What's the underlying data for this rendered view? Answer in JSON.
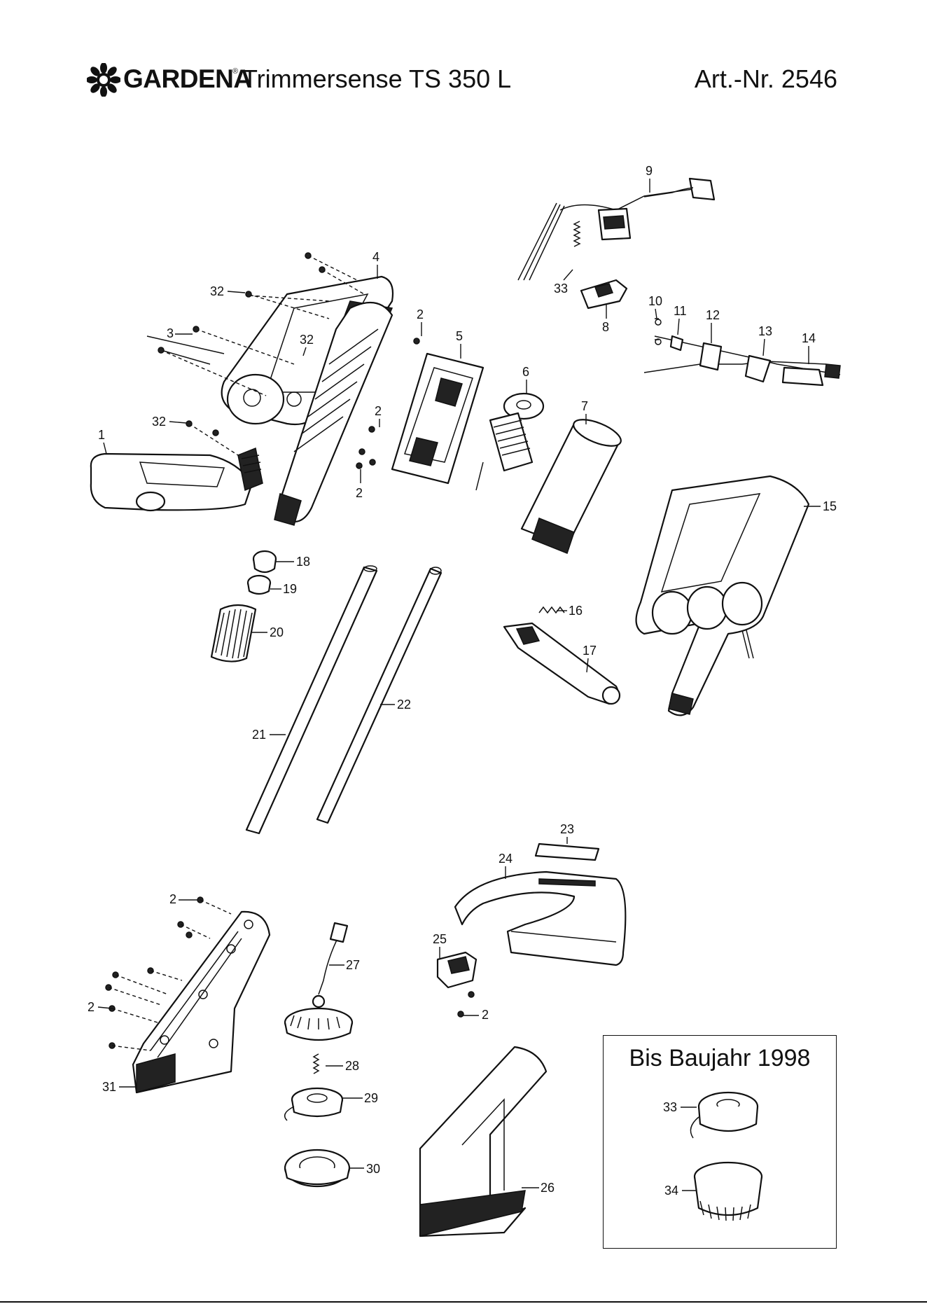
{
  "header": {
    "brand": "GARDENA",
    "brand_mark": "®",
    "product": "Trimmersense TS 350 L",
    "article_number": "Art.-Nr. 2546"
  },
  "inset": {
    "title": "Bis Baujahr 1998"
  },
  "callouts": {
    "c1": "1",
    "c2a": "2",
    "c2b": "2",
    "c2c": "2",
    "c2d": "2",
    "c2e": "2",
    "c2f": "2",
    "c3": "3",
    "c4": "4",
    "c5": "5",
    "c6": "6",
    "c7": "7",
    "c8": "8",
    "c9": "9",
    "c10": "10",
    "c11": "11",
    "c12": "12",
    "c13": "13",
    "c14": "14",
    "c15": "15",
    "c16": "16",
    "c17": "17",
    "c18": "18",
    "c19": "19",
    "c20": "20",
    "c21": "21",
    "c22": "22",
    "c23": "23",
    "c24": "24",
    "c25": "25",
    "c26": "26",
    "c27": "27",
    "c28": "28",
    "c29": "29",
    "c30": "30",
    "c31": "31",
    "c32a": "32",
    "c32b": "32",
    "c32c": "32",
    "c33a": "33",
    "c33b": "33",
    "c34": "34"
  }
}
